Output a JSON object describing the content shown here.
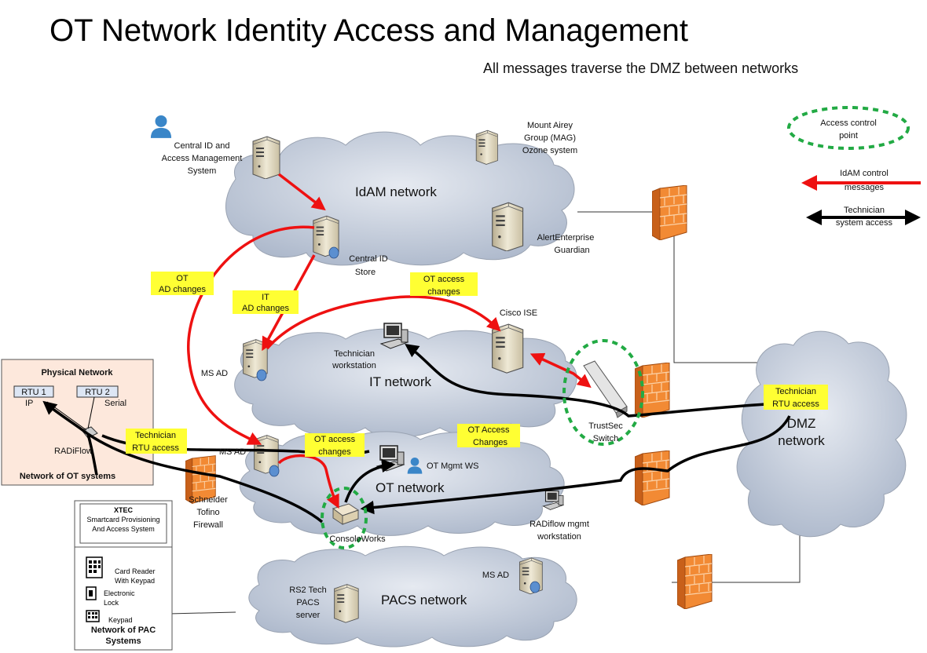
{
  "title": "OT Network Identity Access and Management",
  "subtitle": "All messages traverse the DMZ  between networks",
  "legend": {
    "access_control": [
      "Access control",
      "point"
    ],
    "idam_control": [
      "IdAM control",
      "messages"
    ],
    "technician": [
      "Technician",
      "system access"
    ]
  },
  "networks": {
    "idam": "IdAM network",
    "it": "IT network",
    "ot": "OT network",
    "pacs": "PACS network",
    "dmz": [
      "DMZ",
      "network"
    ]
  },
  "nodes": {
    "central_id_system": [
      "Central ID and",
      "Access Management",
      "System"
    ],
    "mount_airey": [
      "Mount Airey",
      "Group (MAG)",
      "Ozone system"
    ],
    "alert_enterprise": [
      "AlertEnterprise",
      "Guardian"
    ],
    "central_id_store": [
      "Central ID",
      "Store"
    ],
    "cisco_ise": "Cisco ISE",
    "tech_workstation": [
      "Technician",
      "workstation"
    ],
    "ms_ad_it": "MS AD",
    "ms_ad_ot": "MS AD",
    "ms_ad_pacs": "MS AD",
    "trustsec": [
      "TrustSec",
      "Switch"
    ],
    "ot_mgmt_ws": "OT Mgmt WS",
    "consoleworks": "ConsoleWorks",
    "radiflow_mgmt": [
      "RADiflow mgmt",
      "workstation"
    ],
    "schneider": [
      "Schneider",
      "Tofino",
      "Firewall"
    ],
    "rs2": [
      "RS2 Tech",
      "PACS",
      "server"
    ]
  },
  "highlights": {
    "ot_ad": [
      "OT",
      "AD changes"
    ],
    "it_ad": [
      "IT",
      "AD changes"
    ],
    "ot_access_top": [
      "OT  access",
      "changes"
    ],
    "ot_access_ot": [
      "OT access",
      "changes"
    ],
    "ot_access_changes": [
      "OT  Access",
      "Changes"
    ],
    "tech_rtu_left": [
      "Technician",
      "RTU access"
    ],
    "tech_rtu_dmz": [
      "Technician",
      "RTU access"
    ]
  },
  "physical": {
    "title": "Physical Network",
    "rtu1": "RTU 1",
    "rtu2": "RTU 2",
    "ip": "IP",
    "serial": "Serial",
    "radiflow": "RADiFlow",
    "footer": "Network of OT systems"
  },
  "pac": {
    "xtec": "XTEC",
    "xtec_desc": [
      "Smartcard Provisioning",
      "And Access System"
    ],
    "card_reader": [
      "Card Reader",
      "With Keypad"
    ],
    "lock": [
      "Electronic",
      "Lock"
    ],
    "keypad": "Keypad",
    "footer": [
      "Network of PAC",
      "Systems"
    ]
  },
  "colors": {
    "red": "#ee1111",
    "highlight": "#ffff33",
    "green_dash": "#22aa44",
    "cloud": "#b9c3d4",
    "firewall": "#f07a22"
  }
}
